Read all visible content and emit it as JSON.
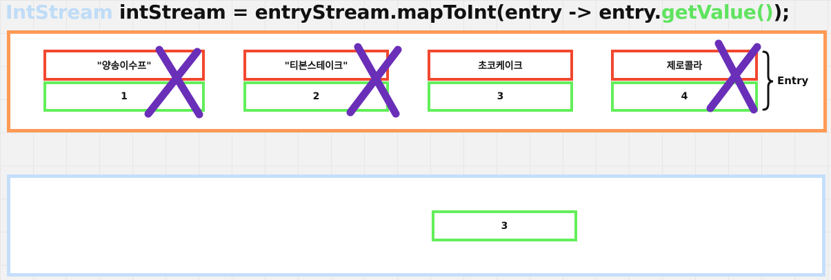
{
  "code": {
    "type_name": "IntStream",
    "before_method": " intStream = entryStream.mapToInt(entry -> entry.",
    "method": "getValue()",
    "after_method": ");"
  },
  "entries": [
    {
      "key": "\"양송이수프\"",
      "value": "1",
      "crossed": true
    },
    {
      "key": "\"티본스테이크\"",
      "value": "2",
      "crossed": true
    },
    {
      "key": "초코케이크",
      "value": "3",
      "crossed": false
    },
    {
      "key": "제로콜라",
      "value": "4",
      "crossed": true
    }
  ],
  "entry_brace_label": "Entry",
  "result": {
    "value": "3"
  },
  "colors": {
    "top_panel_border": "#ff9a55",
    "bottom_panel_border": "#c5dffa",
    "key_border": "#f2472f",
    "value_border": "#62ef5a",
    "cross_mark": "#6a2fb8",
    "type_token": "#bfdcf7",
    "method_token": "#5fe35f"
  }
}
